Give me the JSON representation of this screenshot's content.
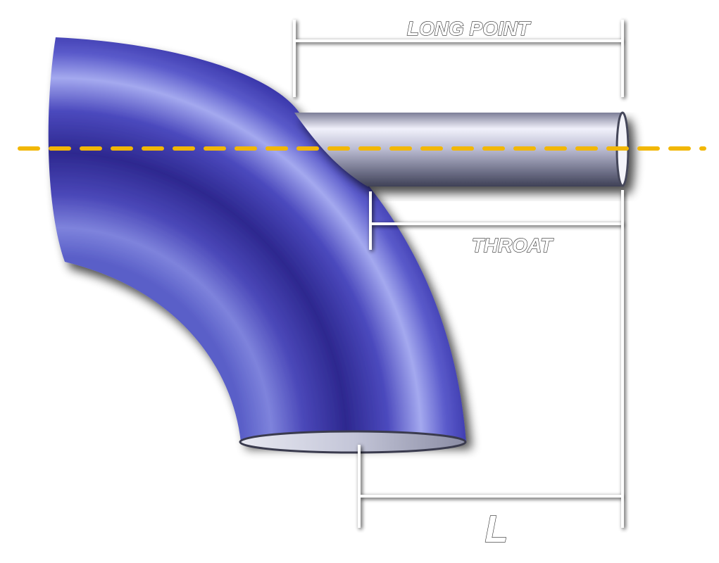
{
  "labels": {
    "long_point": "LONG POINT",
    "throat": "THROAT",
    "length": "L"
  },
  "colors": {
    "elbow_base": "#3b35a8",
    "elbow_highlight": "#a9aef0",
    "elbow_dark": "#2c2690",
    "branch_pipe": "#9a9cb4",
    "centerline": "#f2b705",
    "dimension_line": "#ffffff",
    "dimension_glow": "#555555"
  }
}
